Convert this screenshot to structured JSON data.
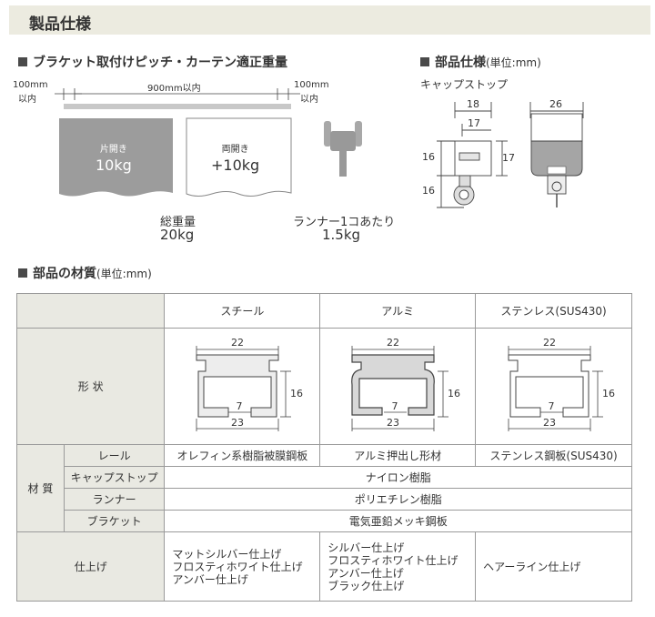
{
  "page_title": "製品仕様",
  "bracket_section": {
    "heading": "ブラケット取付けピッチ・カーテン適正重量",
    "dim_left_value": "100mm",
    "dim_left_sub": "以内",
    "dim_center": "900mm以内",
    "dim_right_value": "100mm",
    "dim_right_sub": "以内",
    "panel_single_label": "片開き",
    "panel_single_weight": "10kg",
    "panel_double_label": "両開き",
    "panel_double_weight": "+10kg",
    "total_label": "総重量",
    "total_value": "20kg",
    "runner_label": "ランナー1コあたり",
    "runner_value": "1.5kg"
  },
  "parts_section": {
    "heading": "部品仕様",
    "unit": "(単位:mm)",
    "cap_stop_label": "キャップストップ",
    "dims": {
      "d18": "18",
      "d17a": "17",
      "d16a": "16",
      "d17b": "17",
      "d16b": "16",
      "d26": "26"
    }
  },
  "material_section": {
    "heading": "部品の材質",
    "unit": "(単位:mm)"
  },
  "table": {
    "col_steel": "スチール",
    "col_alumi": "アルミ",
    "col_stainless": "ステンレス(SUS430)",
    "shape_label": "形 状",
    "shape_dims": {
      "top": "22",
      "side": "16",
      "gap": "7",
      "bottom": "23"
    },
    "material_label": "材 質",
    "rows": {
      "rail_label": "レール",
      "rail_steel": "オレフィン系樹脂被膜鋼板",
      "rail_alumi": "アルミ押出し形材",
      "rail_stainless": "ステンレス鋼板(SUS430)",
      "capstop_label": "キャップストップ",
      "capstop_value": "ナイロン樹脂",
      "runner_label": "ランナー",
      "runner_value": "ポリエチレン樹脂",
      "bracket_label": "ブラケット",
      "bracket_value": "電気亜鉛メッキ鋼板"
    },
    "finish_label": "仕上げ",
    "finish_steel": [
      "マットシルバー仕上げ",
      "フロスティホワイト仕上げ",
      "アンバー仕上げ"
    ],
    "finish_alumi": [
      "シルバー仕上げ",
      "フロスティホワイト仕上げ",
      "アンバー仕上げ",
      "ブラック仕上げ"
    ],
    "finish_stainless": [
      "ヘアーライン仕上げ"
    ]
  }
}
